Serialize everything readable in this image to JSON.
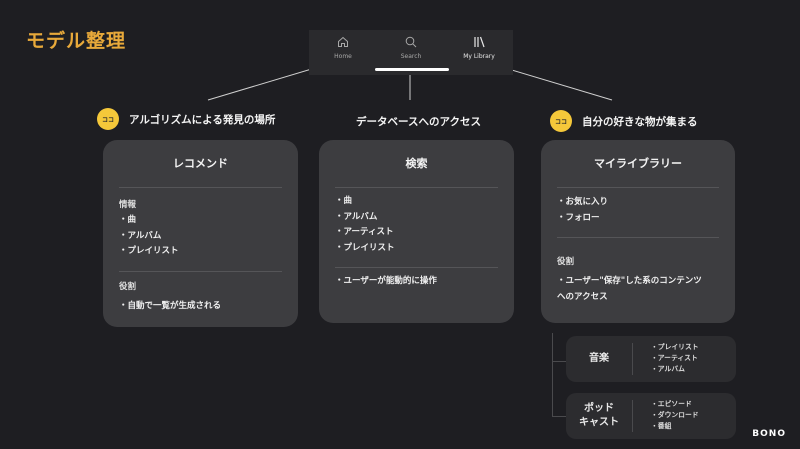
{
  "title": "モデル整理",
  "nav": {
    "items": [
      {
        "label": "Home",
        "icon": "home-icon"
      },
      {
        "label": "Search",
        "icon": "search-icon"
      },
      {
        "label": "My Library",
        "icon": "library-icon"
      }
    ]
  },
  "badge_label": "ココ",
  "sections": [
    {
      "heading": "アルゴリズムによる発見の場所",
      "has_badge": true,
      "card_title": "レコメンド",
      "info_label": "情報",
      "info_items": [
        "・曲",
        "・アルバム",
        "・プレイリスト"
      ],
      "role_label": "役割",
      "role_items": [
        "・自動で一覧が生成される"
      ]
    },
    {
      "heading": "データベースへのアクセス",
      "has_badge": false,
      "card_title": "検索",
      "info_items": [
        "・曲",
        "・アルバム",
        "・アーティスト",
        "・プレイリスト"
      ],
      "role_items": [
        "・ユーザーが能動的に操作"
      ]
    },
    {
      "heading": "自分の好きな物が集まる",
      "has_badge": true,
      "card_title": "マイライブラリー",
      "info_items": [
        "・お気に入り",
        "・フォロー"
      ],
      "role_label": "役割",
      "role_items": [
        "・ユーザー\"保存\"した系のコンテンツ",
        "へのアクセス"
      ]
    }
  ],
  "library_breakdown": [
    {
      "name_lines": [
        "音楽"
      ],
      "items": [
        "・プレイリスト",
        "・アーティスト",
        "・アルバム"
      ]
    },
    {
      "name_lines": [
        "ポッド",
        "キャスト"
      ],
      "items": [
        "・エピソード",
        "・ダウンロード",
        "・番組"
      ]
    }
  ],
  "colors": {
    "background": "#1e1e22",
    "title": "#e8a93a",
    "badge": "#f5c83a",
    "card": "#3d3d40",
    "sub_card": "#2c2c2f"
  },
  "brand": "BONO"
}
